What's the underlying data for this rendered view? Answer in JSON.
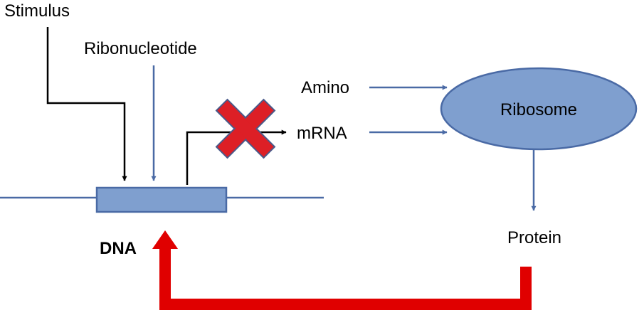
{
  "labels": {
    "stimulus": "Stimulus",
    "ribonucleotide": "Ribonucleotide",
    "amino": "Amino",
    "mrna": "mRNA",
    "ribosome": "Ribosome",
    "protein": "Protein",
    "dna": "DNA"
  },
  "colors": {
    "blue_line": "#4a6aa5",
    "blue_fill": "#7f9fcf",
    "black": "#000000",
    "red_feedback": "#e00000",
    "red_cross": "#dd1f26",
    "cross_outline": "#4a5a8a"
  },
  "icons": {
    "blocked_marker": "cross-icon"
  }
}
